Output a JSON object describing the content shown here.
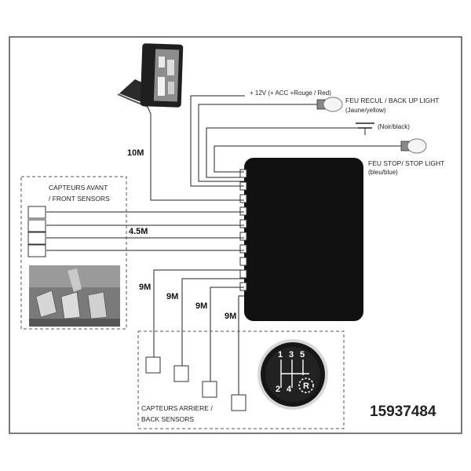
{
  "power": {
    "label": "+ 12V (+ ACC +Rouge / Red)"
  },
  "reverse_light": {
    "label": "FEU RECUL / BACK UP LIGHT",
    "wire": "(Jaune/yellow)"
  },
  "ground": {
    "label": "(Noir/black)"
  },
  "stop_light": {
    "label": "FEU STOP/ STOP LIGHT",
    "wire": "(bleu/blue)"
  },
  "display_cable": "10M",
  "front_sensors": {
    "label_line1": "CAPTEURS AVANT",
    "label_line2": "/ FRONT SENSORS",
    "cable": "4.5M",
    "count": 4
  },
  "rear_sensors": {
    "label_line1": "CAPTEURS ARRIERE /",
    "label_line2": "BACK SENSORS",
    "cables": [
      "9M",
      "9M",
      "9M",
      "9M"
    ]
  },
  "gear_knob": {
    "top": [
      "1",
      "3",
      "5"
    ],
    "bottom": [
      "2",
      "4",
      "R"
    ]
  },
  "product_code": "15937484"
}
